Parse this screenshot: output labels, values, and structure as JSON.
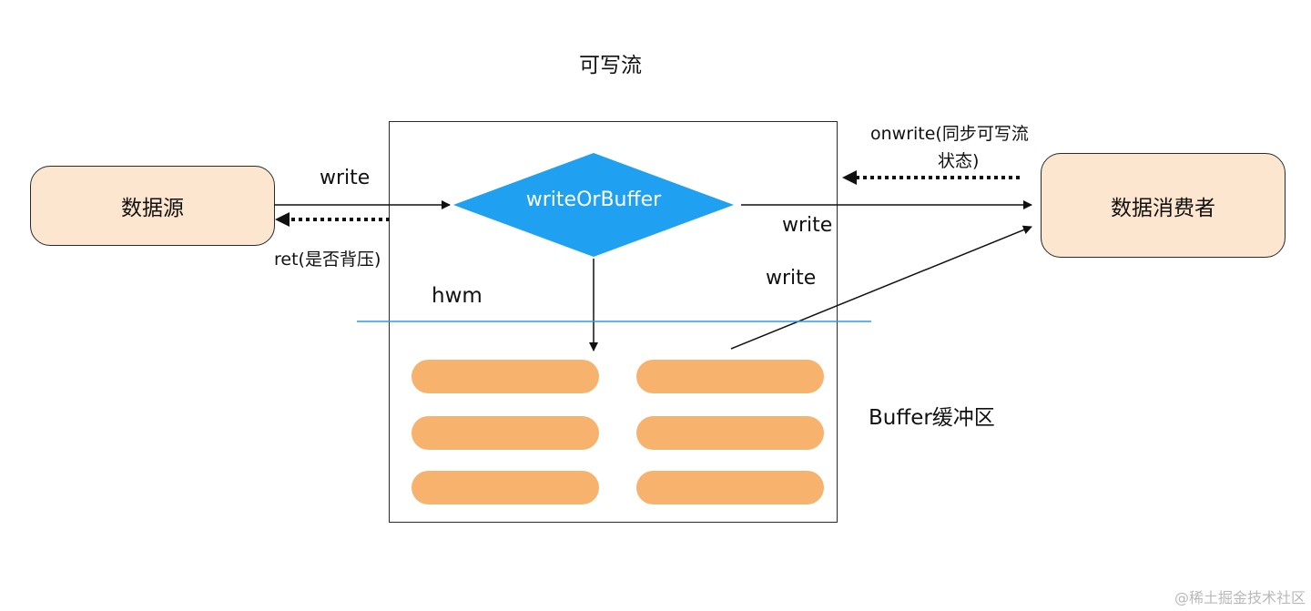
{
  "diagram": {
    "title": "可写流",
    "nodes": {
      "source": "数据源",
      "consumer": "数据消费者",
      "decision": "writeOrBuffer"
    },
    "edge_labels": {
      "write_in": "write",
      "ret": "ret(是否背压)",
      "onwrite_line1": "onwrite(同步可写流",
      "onwrite_line2": "状态)",
      "write_out": "write",
      "write_from_buffer": "write",
      "hwm": "hwm",
      "buffer": "Buffer缓冲区"
    },
    "colors": {
      "node_fill": "#fce6cf",
      "decision_fill": "#1fa0f0",
      "buffer_fill": "#f7b26e",
      "hwm_line": "#2b9be8"
    }
  },
  "watermark": "@稀土掘金技术社区"
}
